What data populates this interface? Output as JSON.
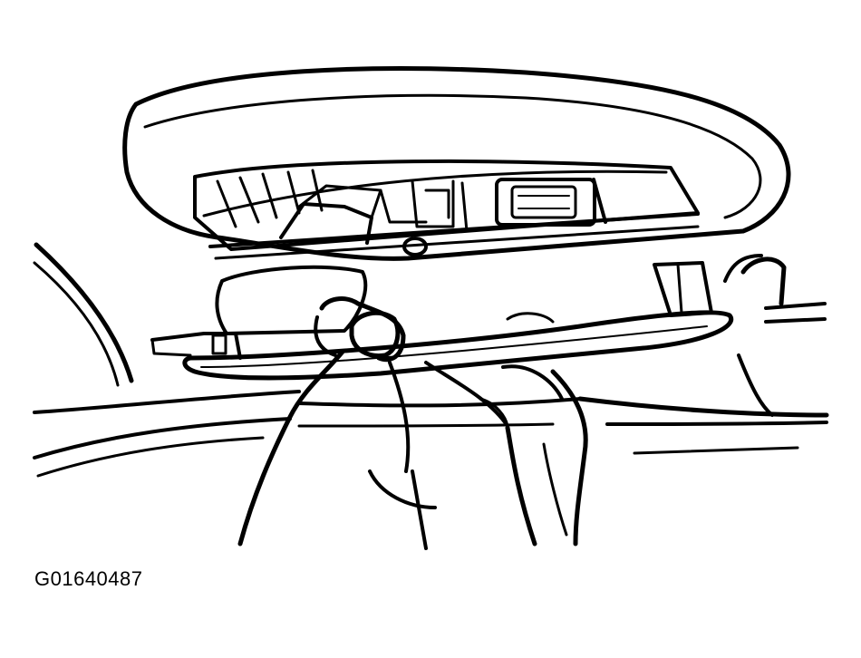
{
  "figure": {
    "id_label": "G01640487",
    "colors": {
      "line": "#000000",
      "background": "#ffffff"
    }
  },
  "components": [
    "overhead-console-housing",
    "dome-lamp-bulb",
    "lamp-lens",
    "windshield-header",
    "hand"
  ]
}
